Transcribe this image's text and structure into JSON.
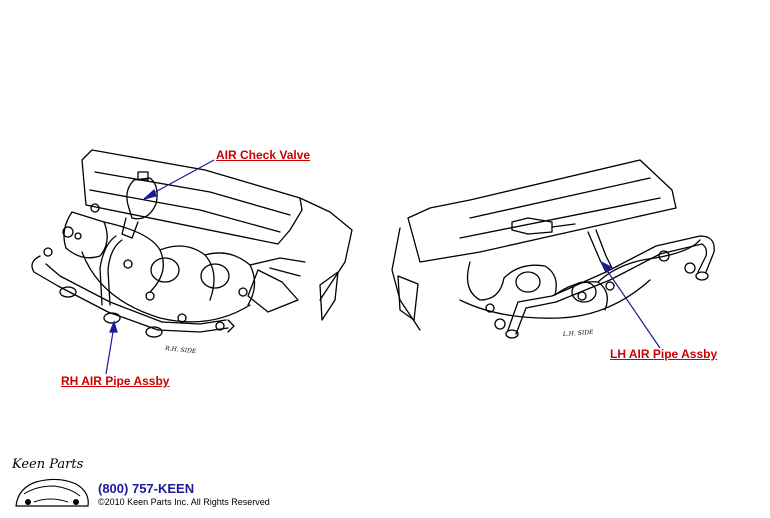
{
  "callouts": {
    "air_check_valve": "AIR Check Valve",
    "rh_air_pipe": "RH AIR Pipe Assby",
    "lh_air_pipe": "LH AIR Pipe Assby"
  },
  "side_labels": {
    "rh": "R.H. SIDE",
    "lh": "L.H. SIDE"
  },
  "footer": {
    "logo_text": "Keen Parts",
    "phone": "(800) 757-KEEN",
    "copyright": "©2010 Keen Parts Inc. All Rights Reserved"
  },
  "colors": {
    "callout_text": "#cc0000",
    "leader_line": "#1a1a9a",
    "drawing": "#000000"
  }
}
